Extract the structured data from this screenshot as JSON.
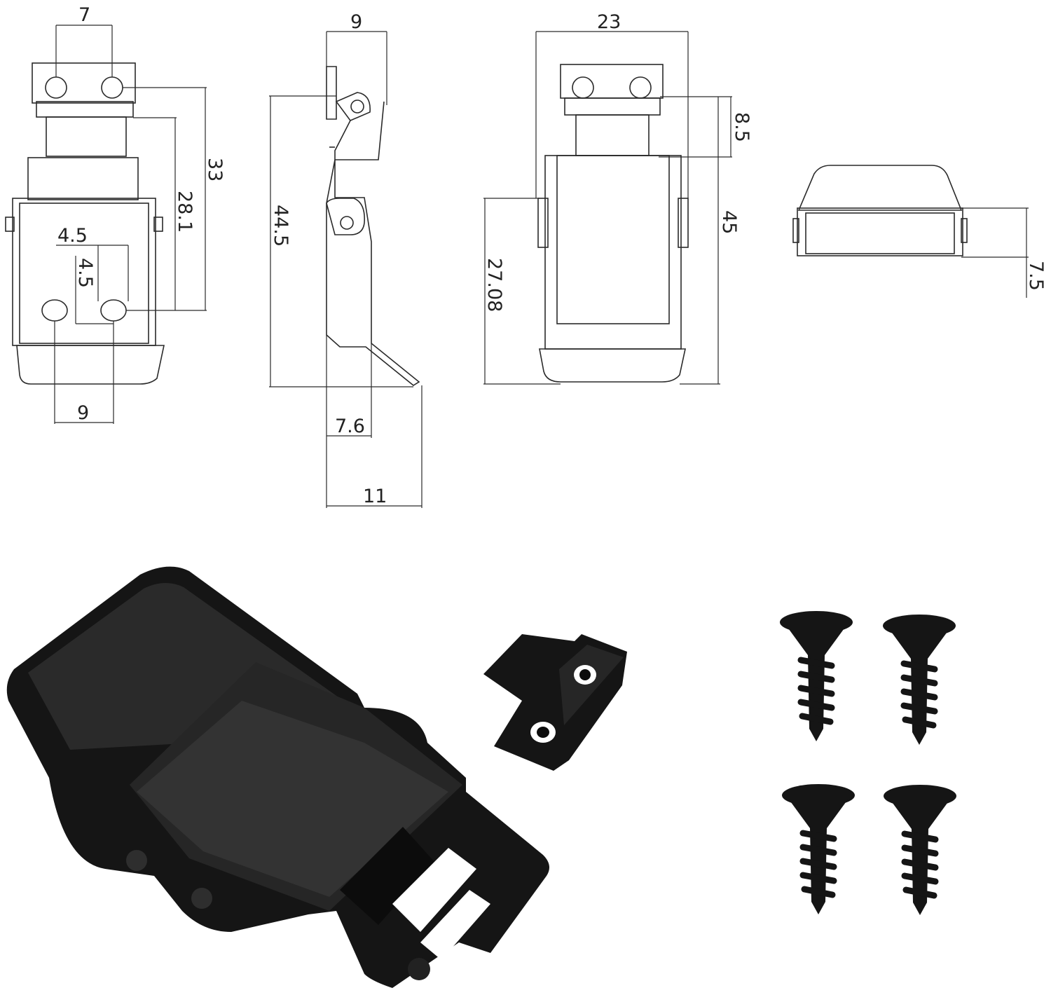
{
  "colors": {
    "line": "#2a2a2a",
    "hardware": "#151515",
    "highlight": "#3a3a3a",
    "background": "#ffffff"
  },
  "dimensions": {
    "front_view": {
      "top_hole_spacing": "7",
      "top_to_bottom_holes": "33",
      "hinge_to_bottom_holes": "28.1",
      "hole_offset_h": "4.5",
      "hole_offset_v": "4.5",
      "bottom_hole_spacing": "9"
    },
    "side_view": {
      "catch_width": "9",
      "total_height": "44.5",
      "base_depth": "7.6",
      "overall_depth": "11"
    },
    "rear_view": {
      "width": "23",
      "catch_height": "8.5",
      "overall_height": "45",
      "body_height": "27.08"
    },
    "top_view": {
      "height": "7.5"
    }
  },
  "photo_items": [
    {
      "id": "latch-body",
      "label": ""
    },
    {
      "id": "catch-plate",
      "label": ""
    },
    {
      "id": "screws",
      "count": 4
    }
  ]
}
